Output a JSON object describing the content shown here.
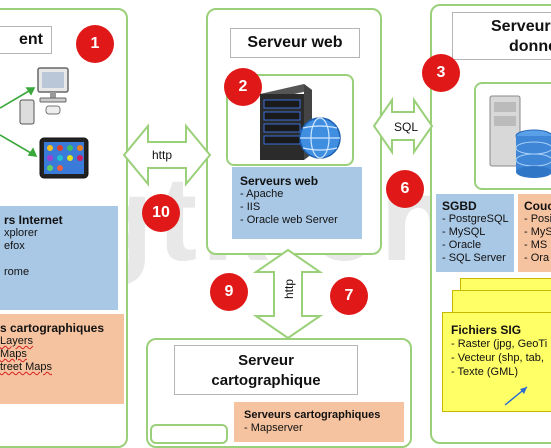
{
  "watermark": "gtk.cn",
  "client": {
    "title": "ent",
    "badge": "1",
    "browsers": {
      "heading": "rs Internet",
      "items": [
        "xplorer",
        "efox",
        "",
        "rome"
      ]
    },
    "carto": {
      "heading": "s cartographiques",
      "items": [
        "Layers",
        "Maps",
        "treet Maps"
      ]
    }
  },
  "web": {
    "title": "Serveur web",
    "badge": "2",
    "servers": {
      "heading": "Serveurs web",
      "items": [
        "- Apache",
        "- IIS",
        "- Oracle web Server"
      ]
    }
  },
  "data": {
    "title_line1": "Serveur",
    "title_line2": "donné",
    "badge": "3",
    "sgbd": {
      "heading": "SGBD",
      "items": [
        "- PostgreSQL",
        "- MySQL",
        "- Oracle",
        "- SQL Server"
      ]
    },
    "couche": {
      "heading": "Couc",
      "items": [
        "- Posi",
        "- MyS",
        "- MS",
        "- Ora"
      ]
    },
    "sig": {
      "heading": "Fichiers SIG",
      "items": [
        "- Raster (jpg, GeoTi",
        "- Vecteur (shp, tab,",
        "- Texte (GML)"
      ]
    }
  },
  "carto_server": {
    "title_line1": "Serveur",
    "title_line2": "cartographique",
    "servers": {
      "heading": "Serveurs cartographiques",
      "items": [
        "- Mapserver"
      ]
    }
  },
  "arrows": {
    "client_web": "http",
    "web_data": "SQL",
    "web_carto": "http"
  },
  "badges_extra": {
    "b6": "6",
    "b7": "7",
    "b9": "9",
    "b10": "10"
  },
  "colors": {
    "panel_border": "#9bd07a",
    "badge_red": "#e01818",
    "blue_box": "#a9c8e6",
    "orange_box": "#f6c3a0",
    "sig_yellow": "#ffff66"
  }
}
